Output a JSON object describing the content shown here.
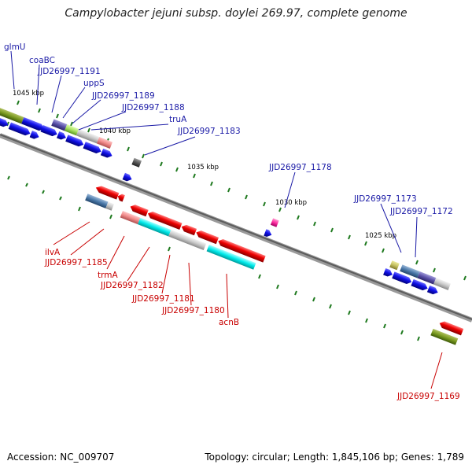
{
  "title": "Campylobacter jejuni subsp. doylei 269.97, complete genome",
  "footer": {
    "accession": "Accession: NC_009707",
    "summary": "Topology: circular; Length: 1,845,106 bp; Genes: 1,789"
  },
  "scale_labels": [
    "1045 kbp",
    "1040 kbp",
    "1035 kbp",
    "1030 kbp",
    "1025 kbp"
  ],
  "top_labels": [
    "glmU",
    "coaBC",
    "JJD26997_1191",
    "uppS",
    "JJD26997_1189",
    "JJD26997_1188",
    "truA",
    "JJD26997_1183",
    "JJD26997_1178",
    "JJD26997_1173",
    "JJD26997_1172"
  ],
  "bottom_labels": [
    "ilvA",
    "JJD26997_1185",
    "trmA",
    "JJD26997_1182",
    "JJD26997_1181",
    "JJD26997_1180",
    "acnB",
    "JJD26997_1169"
  ],
  "colors": {
    "forward_cds": "#1010e0",
    "reverse_cds": "#e00000",
    "top_label": "#1a1aa6",
    "bottom_label": "#c80000",
    "backbone": "#808080",
    "tick": "#1f7a1f"
  }
}
